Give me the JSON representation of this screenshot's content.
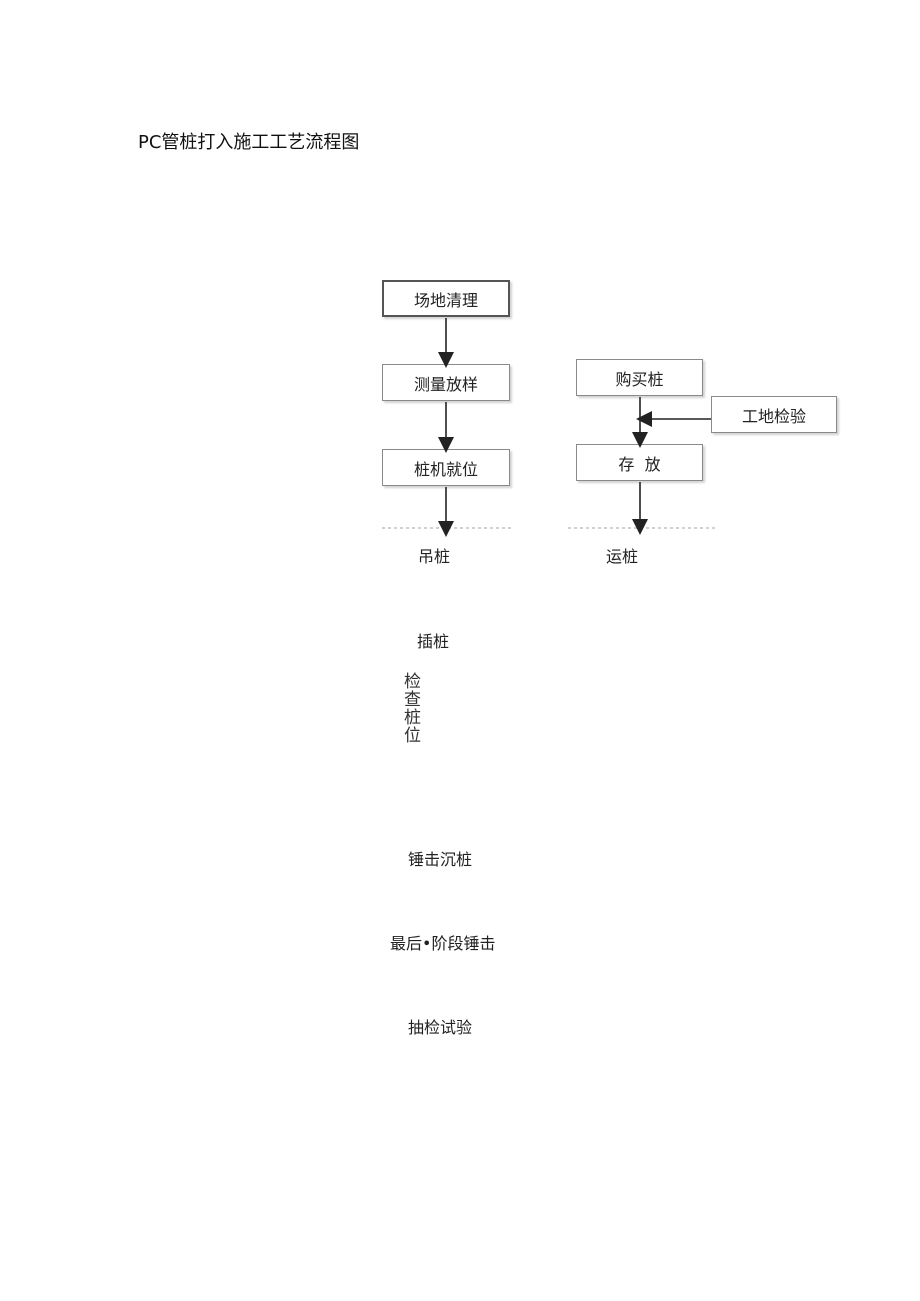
{
  "title": "PC管桩打入施工工艺流程图",
  "left_column": {
    "step1": "场地清理",
    "step2": "测量放样",
    "step3": "桩机就位",
    "step4": "吊桩",
    "step5": "插桩",
    "step6": "检查桩位",
    "step7": "锤击沉桩",
    "step8": "最后•阶段锤击",
    "step9": "抽检试验"
  },
  "right_column": {
    "step1": "购买桩",
    "side_input": "工地检验",
    "step2": "存  放",
    "step3": "运桩"
  }
}
